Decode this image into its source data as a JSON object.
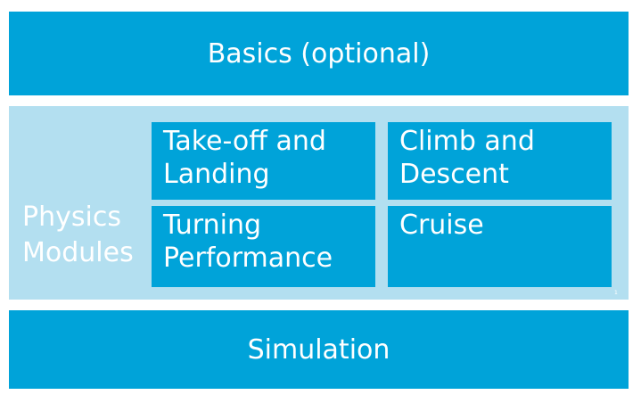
{
  "top_band": {
    "label": "Basics (optional)"
  },
  "physics": {
    "label_lines": [
      "Physics",
      "Modules"
    ],
    "modules": [
      {
        "lines": [
          "Take-off and",
          "Landing"
        ]
      },
      {
        "lines": [
          "Climb and",
          "Descent"
        ]
      },
      {
        "lines": [
          "Turning",
          "Performance"
        ]
      },
      {
        "lines": [
          "Cruise"
        ]
      }
    ]
  },
  "bottom_band": {
    "label": "Simulation"
  },
  "corner_mark": "1",
  "colors": {
    "block_blue": "#00a3d9",
    "panel_light_blue": "#b3dff0",
    "text": "#ffffff"
  }
}
